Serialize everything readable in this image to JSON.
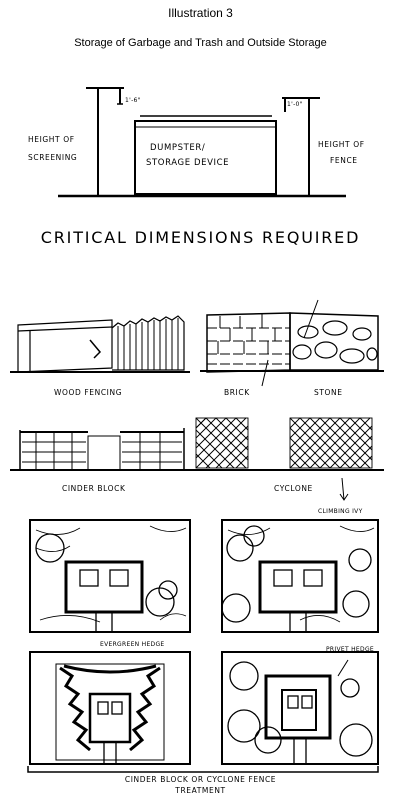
{
  "header": {
    "title": "Illustration 3",
    "subtitle": "Storage of Garbage and Trash and Outside Storage"
  },
  "elevation": {
    "left_dim": "1'-6\"",
    "right_dim": "1'-0\"",
    "left_label_1": "HEIGHT OF",
    "left_label_2": "SCREENING",
    "box_label_1": "DUMPSTER/",
    "box_label_2": "STORAGE DEVICE",
    "right_label_1": "HEIGHT OF",
    "right_label_2": "FENCE"
  },
  "critical": "CRITICAL DIMENSIONS REQUIRED",
  "materials": {
    "wood": "WOOD FENCING",
    "brick": "BRICK",
    "stone": "STONE",
    "cinder": "CINDER BLOCK",
    "cyclone": "CYCLONE"
  },
  "plans": {
    "climbing_ivy": "CLIMBING IVY",
    "evergreen": "EVERGREEN HEDGE",
    "privet": "PRIVET HEDGE",
    "bottom_1": "CINDER BLOCK OR CYCLONE FENCE",
    "bottom_2": "TREATMENT"
  }
}
